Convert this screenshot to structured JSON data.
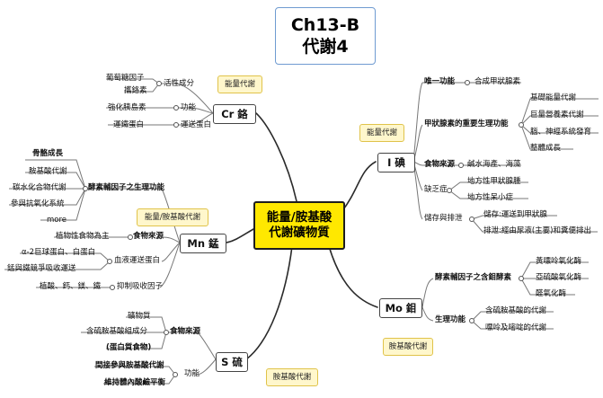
{
  "title": {
    "line1": "Ch13-B",
    "line2": "代謝4"
  },
  "center": {
    "line1": "能量/胺基酸",
    "line2": "代謝礦物質"
  },
  "cr": {
    "label": "Cr 鉻",
    "tag": "能量代謝",
    "b1": {
      "label": "活性成分",
      "leaves": [
        "葡萄糖因子",
        "攜鉻素"
      ]
    },
    "b2": {
      "label": "功能",
      "leaves": [
        "強化胰島素"
      ]
    },
    "b3": {
      "label": "運送蛋白",
      "leaves": [
        "運鐵蛋白"
      ]
    }
  },
  "mn": {
    "label": "Mn 錳",
    "tag": "能量/胺基酸代謝",
    "b1": {
      "label": "酵素輔因子之生理功能",
      "leaves": [
        "骨骼成長",
        "胺基酸代謝",
        "碳水化合物代謝",
        "參與抗氧化系統",
        "more"
      ]
    },
    "b2": {
      "label": "食物來源",
      "leaves": [
        "植物性食物為主"
      ]
    },
    "b3": {
      "label": "血液運送蛋白",
      "leaves": [
        "α-2巨球蛋白、白蛋白",
        "錳與鐵競爭吸收運送"
      ]
    },
    "b4": {
      "label": "抑制吸收因子",
      "leaves": [
        "植酸、鈣、鎂、鐵"
      ]
    }
  },
  "s": {
    "label": "S 硫",
    "tag": "胺基酸代謝",
    "b1": {
      "label": "食物來源",
      "leaves": [
        "礦物質",
        "含硫胺基酸組成分",
        "(蛋白質食物)"
      ]
    },
    "b2": {
      "label": "功能",
      "leaves": [
        "間接參與胺基酸代謝",
        "維持體內酸鹼平衡"
      ]
    }
  },
  "i": {
    "label": "I 碘",
    "tag": "能量代謝",
    "b1": {
      "label": "唯一功能",
      "leaves": [
        "合成甲狀腺素"
      ]
    },
    "b2": {
      "label": "甲狀腺素的重要生理功能",
      "leaves": [
        "基礎能量代謝",
        "巨量營養素代謝",
        "腦、神經系統發育",
        "整體成長"
      ]
    },
    "b3": {
      "label": "食物來源",
      "leaves": [
        "鹹水海產、海藻"
      ]
    },
    "b4": {
      "label": "缺乏症",
      "leaves": [
        "地方性甲狀腺腫",
        "地方性呆小症"
      ]
    },
    "b5": {
      "label": "儲存與排泄",
      "leaves": [
        "儲存:運送到甲狀腺",
        "排泄:經由尿液(主要)和糞便排出"
      ]
    }
  },
  "mo": {
    "label": "Mo 鉬",
    "tag": "胺基酸代謝",
    "b1": {
      "label": "酵素輔因子之含鉬酵素",
      "leaves": [
        "黃嘌呤氧化酶",
        "亞硫酸氧化酶",
        "醛氧化酶"
      ]
    },
    "b2": {
      "label": "生理功能",
      "leaves": [
        "含硫胺基酸的代謝",
        "嘌呤及嘧啶的代謝"
      ]
    }
  }
}
